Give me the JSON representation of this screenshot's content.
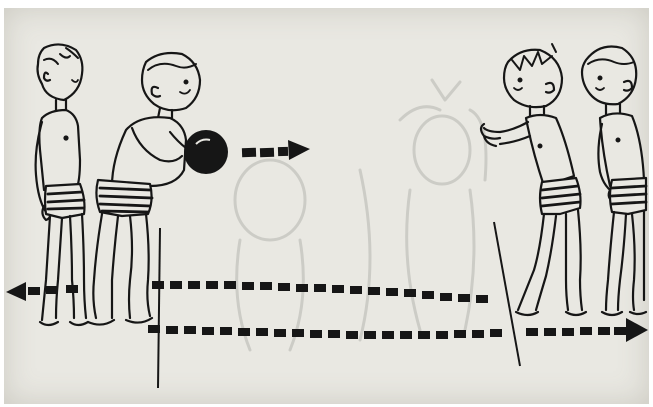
{
  "illustration": {
    "background_color": "#e9e8e2",
    "ink_color": "#161616",
    "figures": [
      {
        "name": "left-waiting-child",
        "holding_ball": false
      },
      {
        "name": "left-thrower-child",
        "holding_ball": true
      },
      {
        "name": "right-catcher-child",
        "holding_ball": false
      },
      {
        "name": "right-waiting-child",
        "holding_ball": false
      }
    ],
    "arrows": [
      {
        "name": "ball-throw-arrow",
        "direction": "right",
        "style": "dashed"
      },
      {
        "name": "return-path-arrow",
        "direction": "left",
        "style": "dashed"
      },
      {
        "name": "forward-path-arrow",
        "direction": "right",
        "style": "dashed"
      }
    ],
    "boundary_lines": 2
  }
}
